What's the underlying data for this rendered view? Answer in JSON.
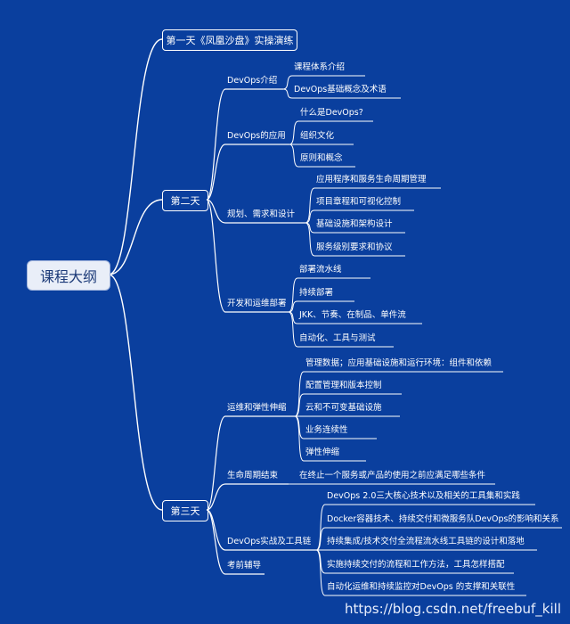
{
  "root": "课程大纲",
  "days": [
    {
      "title": "第一天《凤凰沙盘》实操演练"
    },
    {
      "title": "第二天",
      "branches": [
        {
          "label": "DevOps介绍",
          "items": [
            "课程体系介绍",
            "DevOps基础概念及术语"
          ]
        },
        {
          "label": "DevOps的应用",
          "items": [
            "什么是DevOps?",
            "组织文化",
            "原则和概念"
          ]
        },
        {
          "label": "规划、需求和设计",
          "items": [
            "应用程序和服务生命周期管理",
            "项目章程和可视化控制",
            "基础设施和架构设计",
            "服务级别要求和协议"
          ]
        },
        {
          "label": "开发和运维部署",
          "items": [
            "部署流水线",
            "持续部署",
            "JKK、节奏、在制品、单件流",
            "自动化、工具与测试"
          ]
        }
      ]
    },
    {
      "title": "第三天",
      "branches": [
        {
          "label": "运维和弹性伸缩",
          "items": [
            "管理数据；应用基础设施和运行环境：组件和依赖",
            "配置管理和版本控制",
            "云和不可变基础设施",
            "业务连续性",
            "弹性伸缩"
          ]
        },
        {
          "label": "生命周期结束",
          "items": [
            "在终止一个服务或产品的使用之前应满足哪些条件"
          ]
        },
        {
          "label": "DevOps实战及工具链",
          "items": [
            "DevOps 2.0三大核心技术以及相关的工具集和实践",
            "Docker容器技术、持续交付和微服务队DevOps的影响和关系",
            "持续集成/技术交付全流程流水线工具链的设计和落地",
            "实施持续交付的流程和工作方法，工具怎样搭配",
            "自动化运维和持续监控对DevOps 的支撑和关联性"
          ]
        },
        {
          "label": "考前辅导",
          "items": []
        }
      ]
    }
  ],
  "watermark": "https://blog.csdn.net/freebuf_kill",
  "colors": {
    "background": "#0a3f9e",
    "line": "#ffffff",
    "root_fill": "#e9eef8"
  }
}
